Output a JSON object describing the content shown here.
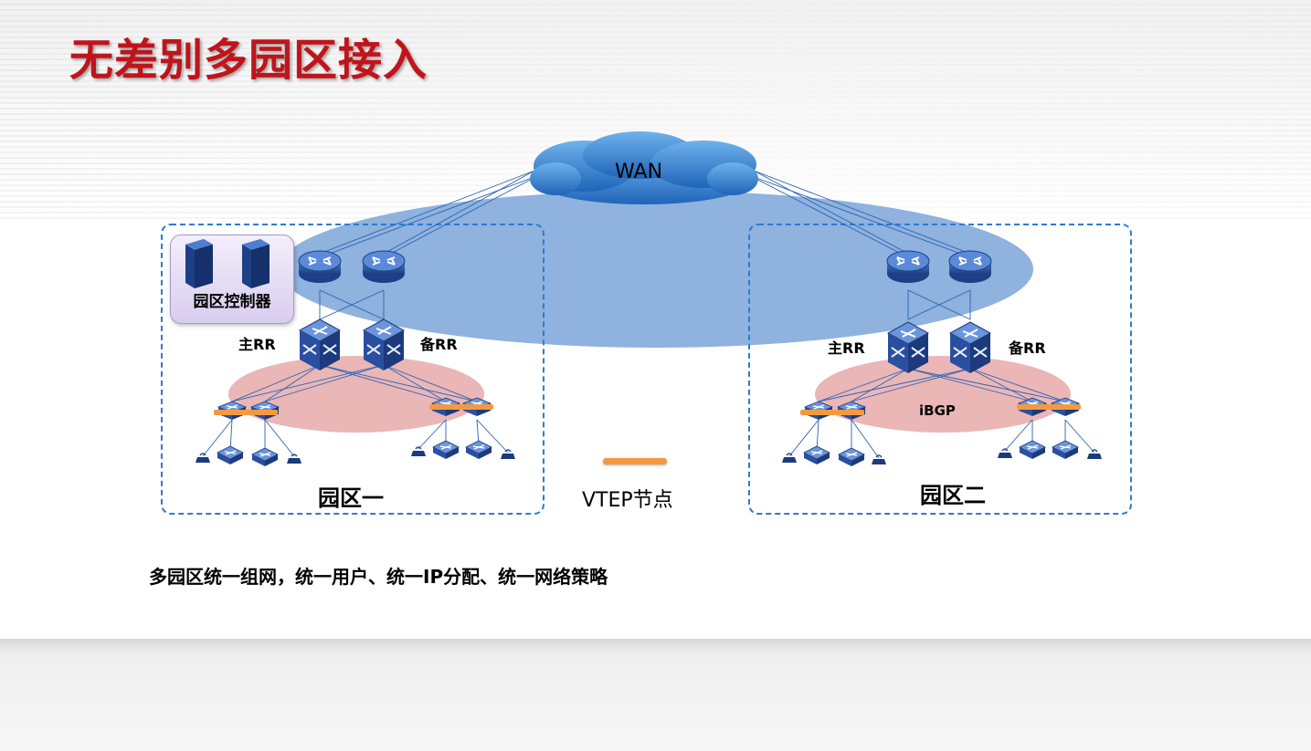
{
  "slide": {
    "title": "无差别多园区接入",
    "footer": "多园区统一组网，统一用户、统一IP分配、统一网络策略"
  },
  "diagram": {
    "wan_label": "WAN",
    "legend_vtep": "VTEP节点",
    "ibgp_label": "iBGP",
    "campus1": {
      "name": "园区一",
      "controller_label": "园区控制器",
      "primary_rr": "主RR",
      "backup_rr": "备RR"
    },
    "campus2": {
      "name": "园区二",
      "primary_rr": "主RR",
      "backup_rr": "备RR"
    }
  },
  "colors": {
    "title": "#c0141b",
    "wan_cloud": "#2f7fcf",
    "wan_ellipse": "#7fa7d9",
    "core_ellipse": "#e7a9a9",
    "campus_border": "#2e7bd0",
    "vtep": "#f39a40",
    "device": "#2b4fa0"
  }
}
